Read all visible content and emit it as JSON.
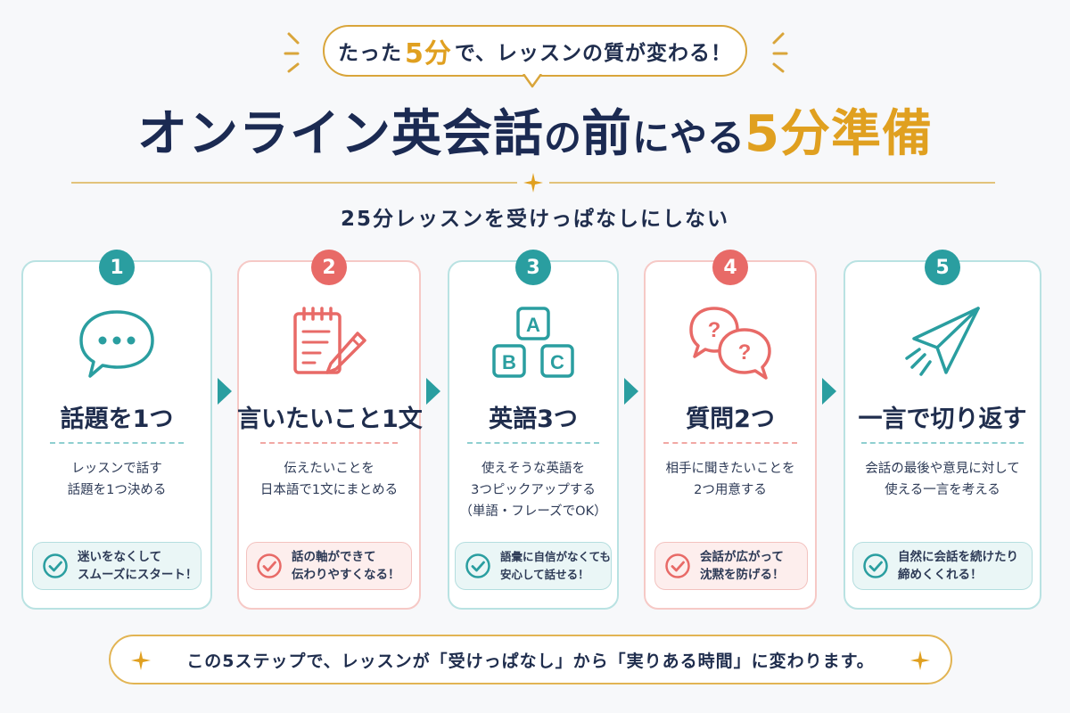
{
  "header": {
    "bubble": {
      "pre": "たった",
      "highlight": "5分",
      "post": "で、レッスンの質が変わる！"
    },
    "title": {
      "part1": "オンライン英会話",
      "part2": "の",
      "part3": "前",
      "part4": "にやる",
      "part5": "5分準備"
    },
    "subtitle": "25分レッスンを受けっぱなしにしない"
  },
  "steps": [
    {
      "number": "1",
      "title": "話題を1つ",
      "desc": [
        "レッスンで話す",
        "話題を1つ決める"
      ],
      "benefit": [
        "迷いをなくして",
        "スムーズにスタート！"
      ]
    },
    {
      "number": "2",
      "title": "言いたいこと1文",
      "desc": [
        "伝えたいことを",
        "日本語で1文にまとめる"
      ],
      "benefit": [
        "話の軸ができて",
        "伝わりやすくなる！"
      ]
    },
    {
      "number": "3",
      "title": "英語3つ",
      "icon_letters": [
        "A",
        "B",
        "C"
      ],
      "desc": [
        "使えそうな英語を",
        "3つピックアップする",
        "（単語・フレーズでOK）"
      ],
      "benefit": [
        "語彙に自信がなくても",
        "安心して話せる！"
      ]
    },
    {
      "number": "4",
      "title": "質問2つ",
      "icon_letters": [
        "?",
        "?"
      ],
      "desc": [
        "相手に聞きたいことを",
        "2つ用意する"
      ],
      "benefit": [
        "会話が広がって",
        "沈黙を防げる！"
      ]
    },
    {
      "number": "5",
      "title": "一言で切り返す",
      "desc": [
        "会話の最後や意見に対して",
        "使える一言を考える"
      ],
      "benefit": [
        "自然に会話を続けたり",
        "締めくくれる！"
      ]
    }
  ],
  "footer": {
    "text": "この5ステップで、レッスンが「受けっぱなし」から「実りある時間」に変わります。"
  },
  "colors": {
    "teal": "#2a9ea0",
    "coral": "#e86a67",
    "gold": "#e0a020",
    "navy": "#1b2a52"
  }
}
